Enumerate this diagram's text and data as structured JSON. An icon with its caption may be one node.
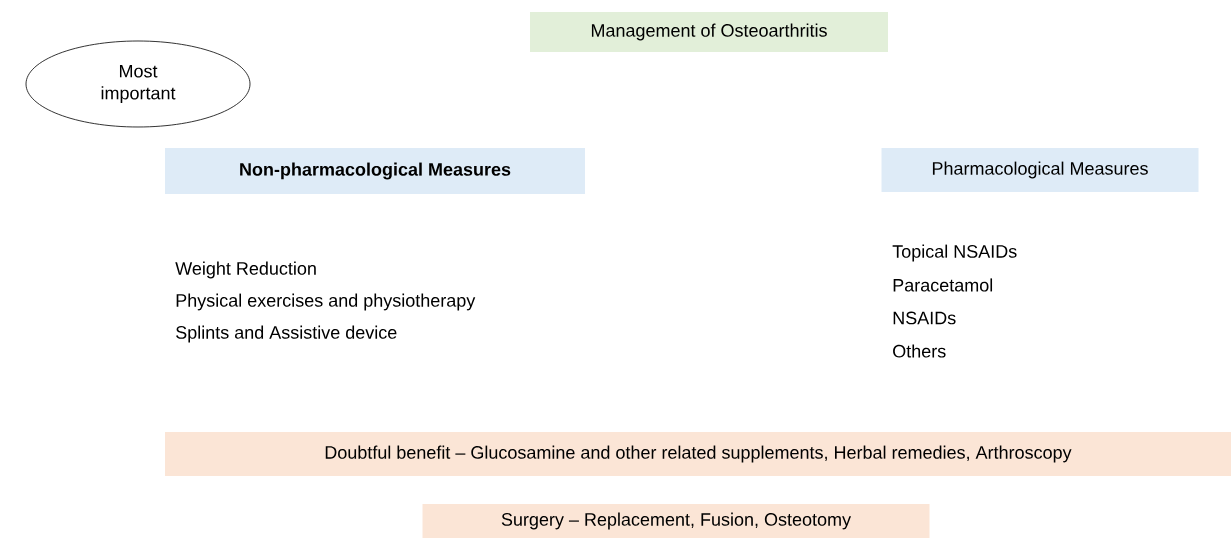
{
  "diagram": {
    "nodes": [
      {
        "text": [
          "Management of Osteoarthritis"
        ]
      },
      {
        "text": [
          "Most important"
        ]
      },
      {
        "text": [
          "Non-pharmacological Measures"
        ]
      },
      {
        "text": [
          "Pharmacological Measures"
        ]
      },
      {
        "text": [
          "Doubtful benefit – Glucosamine and other related supplements, Herbal remedies, Arthroscopy"
        ]
      },
      {
        "text": [
          "Surgery – Replacement, Fusion, Osteotomy"
        ]
      }
    ],
    "labels": [
      "Weight Reduction",
      "Physical exercises and physiotherapy",
      "Splints and Assistive device",
      "Topical NSAIDs",
      "Paracetamol",
      "NSAIDs",
      "Others"
    ]
  }
}
